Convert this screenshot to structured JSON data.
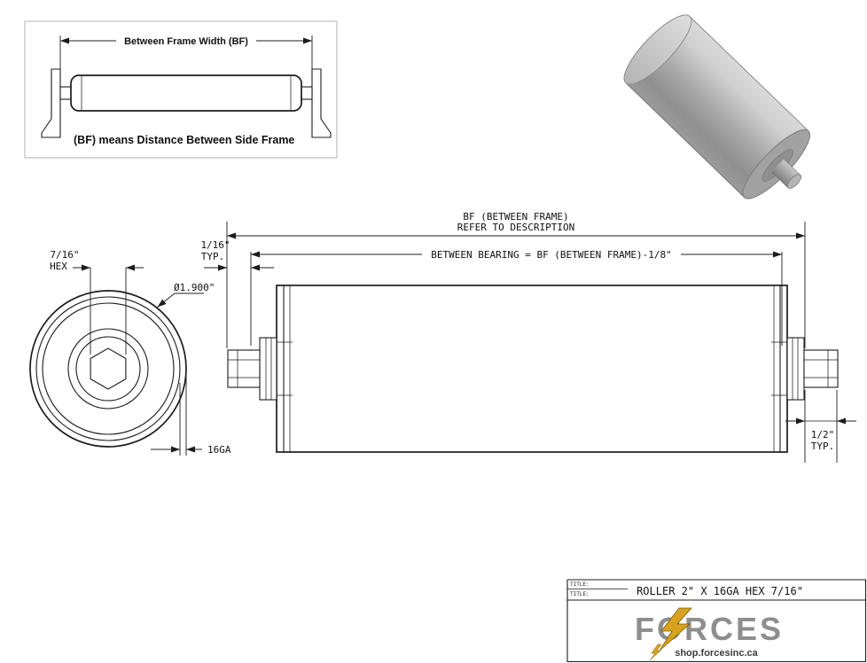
{
  "frame_diagram": {
    "dimension_label": "Between Frame Width (BF)",
    "caption": "(BF) means Distance Between Side Frame"
  },
  "end_view": {
    "hex_size": "7/16\"",
    "hex_word": "HEX",
    "diameter": "Ø1.900\"",
    "gauge": "16GA"
  },
  "side_view": {
    "bf_line1": "BF (BETWEEN FRAME)",
    "bf_line2": "REFER TO DESCRIPTION",
    "between_bearing": "BETWEEN BEARING = BF (BETWEEN FRAME)-1/8\"",
    "gap_left_value": "1/16\"",
    "gap_left_typ": "TYP.",
    "shaft_right_value": "1/2\"",
    "shaft_right_typ": "TYP."
  },
  "title_block": {
    "field_label_1": "TITLE:",
    "field_label_2": "TITLE:",
    "drawing_title": "ROLLER 2\" X 16GA HEX 7/16\"",
    "brand_name": "FORCES",
    "website": "shop.forcesinc.ca"
  },
  "colors": {
    "line": "#1c1c1c",
    "brand_gray": "#8e8e8e",
    "bolt_gold": "#d7a21e"
  }
}
